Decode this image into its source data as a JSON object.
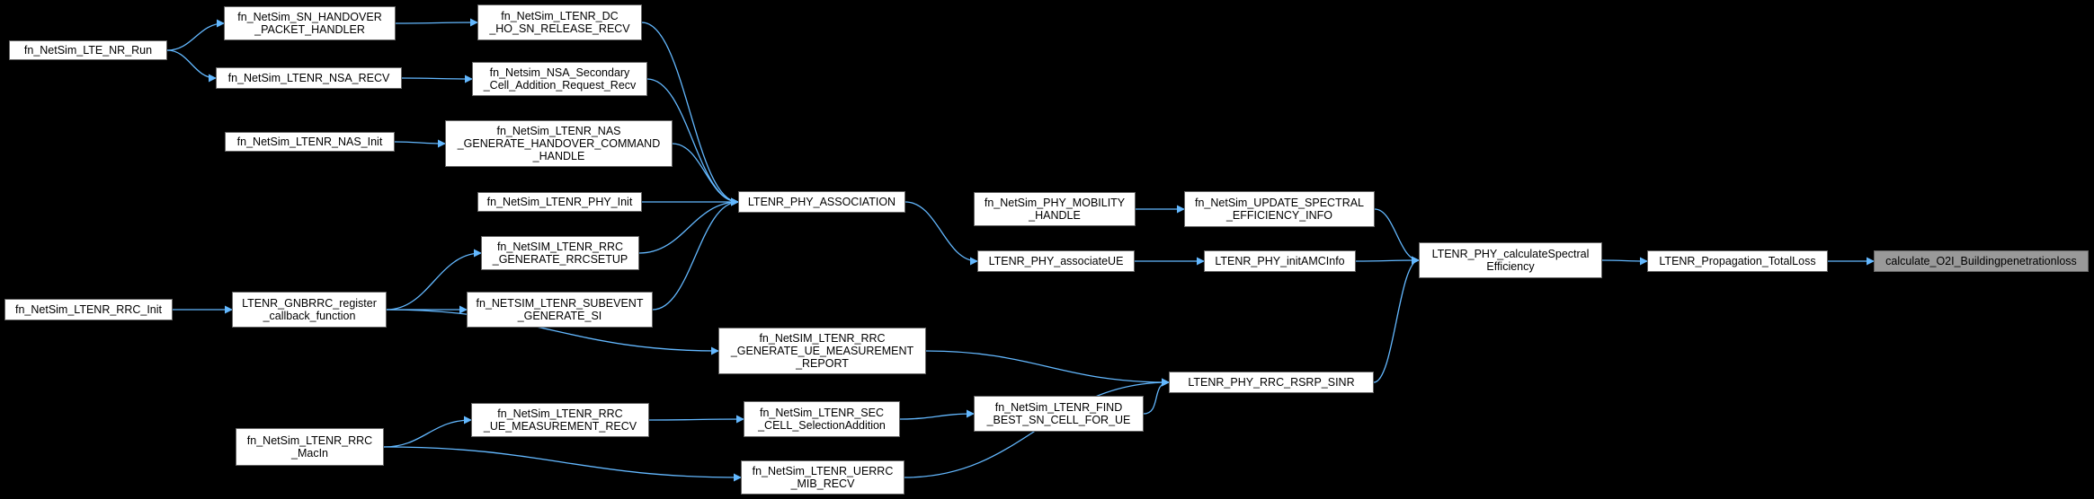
{
  "nodes": [
    {
      "id": "n1",
      "label": "fn_NetSim_SN_HANDOVER\n_PACKET_HANDLER"
    },
    {
      "id": "n2",
      "label": "fn_NetSim_LTENR_DC\n_HO_SN_RELEASE_RECV"
    },
    {
      "id": "n3",
      "label": "fn_NetSim_LTE_NR_Run"
    },
    {
      "id": "n4",
      "label": "fn_NetSim_LTENR_NSA_RECV"
    },
    {
      "id": "n5",
      "label": "fn_Netsim_NSA_Secondary\n_Cell_Addition_Request_Recv"
    },
    {
      "id": "n6",
      "label": "fn_NetSim_LTENR_NAS_Init"
    },
    {
      "id": "n7",
      "label": "fn_NetSim_LTENR_NAS\n_GENERATE_HANDOVER_COMMAND\n_HANDLE"
    },
    {
      "id": "n8",
      "label": "fn_NetSim_LTENR_PHY_Init"
    },
    {
      "id": "n9",
      "label": "LTENR_PHY_ASSOCIATION"
    },
    {
      "id": "n10",
      "label": "fn_NetSIM_LTENR_RRC\n_GENERATE_RRCSETUP"
    },
    {
      "id": "n11",
      "label": "fn_NetSim_LTENR_RRC_Init"
    },
    {
      "id": "n12",
      "label": "LTENR_GNBRRC_register\n_callback_function"
    },
    {
      "id": "n13",
      "label": "fn_NETSIM_LTENR_SUBEVENT\n_GENERATE_SI"
    },
    {
      "id": "n14",
      "label": "fn_NetSim_PHY_MOBILITY\n_HANDLE"
    },
    {
      "id": "n15",
      "label": "fn_NetSim_UPDATE_SPECTRAL\n_EFFICIENCY_INFO"
    },
    {
      "id": "n16",
      "label": "LTENR_PHY_associateUE"
    },
    {
      "id": "n17",
      "label": "LTENR_PHY_initAMCInfo"
    },
    {
      "id": "n18",
      "label": "LTENR_PHY_calculateSpectral\nEfficiency"
    },
    {
      "id": "n19",
      "label": "LTENR_Propagation_TotalLoss"
    },
    {
      "id": "n20",
      "label": "calculate_O2I_Buildingpenetrationloss"
    },
    {
      "id": "n21",
      "label": "fn_NetSIM_LTENR_RRC\n_GENERATE_UE_MEASUREMENT\n_REPORT"
    },
    {
      "id": "n22",
      "label": "LTENR_PHY_RRC_RSRP_SINR"
    },
    {
      "id": "n23",
      "label": "fn_NetSim_LTENR_RRC\n_UE_MEASUREMENT_RECV"
    },
    {
      "id": "n24",
      "label": "fn_NetSim_LTENR_SEC\n_CELL_SelectionAddition"
    },
    {
      "id": "n25",
      "label": "fn_NetSim_LTENR_FIND\n_BEST_SN_CELL_FOR_UE"
    },
    {
      "id": "n26",
      "label": "fn_NetSim_LTENR_RRC\n_MacIn"
    },
    {
      "id": "n27",
      "label": "fn_NetSim_LTENR_UERRC\n_MIB_RECV"
    }
  ],
  "edges": [
    {
      "from": "n1",
      "to": "n2"
    },
    {
      "from": "n3",
      "to": "n1"
    },
    {
      "from": "n3",
      "to": "n4"
    },
    {
      "from": "n4",
      "to": "n5"
    },
    {
      "from": "n2",
      "to": "n9"
    },
    {
      "from": "n5",
      "to": "n9"
    },
    {
      "from": "n6",
      "to": "n7"
    },
    {
      "from": "n7",
      "to": "n9"
    },
    {
      "from": "n8",
      "to": "n9"
    },
    {
      "from": "n10",
      "to": "n9"
    },
    {
      "from": "n13",
      "to": "n9"
    },
    {
      "from": "n11",
      "to": "n12"
    },
    {
      "from": "n12",
      "to": "n10"
    },
    {
      "from": "n12",
      "to": "n13"
    },
    {
      "from": "n12",
      "to": "n21"
    },
    {
      "from": "n9",
      "to": "n16"
    },
    {
      "from": "n14",
      "to": "n15"
    },
    {
      "from": "n16",
      "to": "n17"
    },
    {
      "from": "n15",
      "to": "n18"
    },
    {
      "from": "n17",
      "to": "n18"
    },
    {
      "from": "n22",
      "to": "n18"
    },
    {
      "from": "n18",
      "to": "n19"
    },
    {
      "from": "n19",
      "to": "n20"
    },
    {
      "from": "n21",
      "to": "n22"
    },
    {
      "from": "n25",
      "to": "n22"
    },
    {
      "from": "n27",
      "to": "n22"
    },
    {
      "from": "n26",
      "to": "n23"
    },
    {
      "from": "n26",
      "to": "n27"
    },
    {
      "from": "n23",
      "to": "n24"
    },
    {
      "from": "n24",
      "to": "n25"
    }
  ]
}
